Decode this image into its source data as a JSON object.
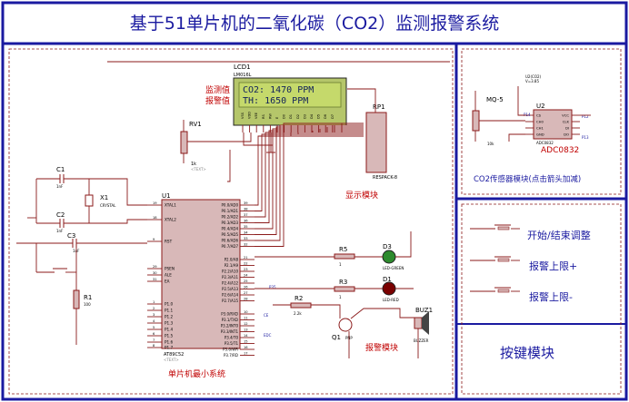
{
  "title": "基于51单片机的二氧化碳（CO2）监测报警系统",
  "colors": {
    "frame": "#1a1aa0",
    "wire": "#8b1a1a",
    "component": "#8b1a1a",
    "label_red": "#c00000",
    "label_blue": "#1a1aa0",
    "lcd_bg": "#c5d96b",
    "lcd_text": "#10205a",
    "led_green": "#2e8b2e",
    "led_red": "#b00000"
  },
  "lcd": {
    "ref": "LCD1",
    "model": "LM016L",
    "line1": "CO2:  1470 PPM",
    "line2": "TH:   1650 PPM",
    "label_monitor": "监测值",
    "label_alarm": "报警值",
    "pin_labels": [
      "VSS",
      "VDD",
      "VEE",
      "RS",
      "RW",
      "E",
      "D0",
      "D1",
      "D2",
      "D3",
      "D4",
      "D5",
      "D6",
      "D7"
    ]
  },
  "mcu": {
    "ref": "U1",
    "model": "AT89C52",
    "text_tag": "<TEXT>",
    "left_pins": [
      "XTAL1",
      "XTAL2",
      "RST",
      "PSEN",
      "ALE",
      "EA",
      "P1.0",
      "P1.1",
      "P1.2",
      "P1.3",
      "P1.4",
      "P1.5",
      "P1.6",
      "P1.7"
    ],
    "right_pins": [
      "P0.0/AD0",
      "P0.1/AD1",
      "P0.2/AD2",
      "P0.3/AD3",
      "P0.4/AD4",
      "P0.5/AD5",
      "P0.6/AD6",
      "P0.7/AD7",
      "P2.0/A8",
      "P2.1/A9",
      "P2.2/A10",
      "P2.3/A11",
      "P2.4/A12",
      "P2.5/A13",
      "P2.6/A14",
      "P2.7/A15",
      "P3.0/RXD",
      "P3.1/TXD",
      "P3.2/INT0",
      "P3.3/INT1",
      "P3.4/T0",
      "P3.5/T1",
      "P3.6/WR",
      "P3.7/RD"
    ],
    "left_numbers": [
      "19",
      "18",
      "9",
      "29",
      "30",
      "31",
      "1",
      "2",
      "3",
      "4",
      "5",
      "6",
      "7",
      "8"
    ],
    "right_numbers": [
      "39",
      "38",
      "37",
      "36",
      "35",
      "34",
      "33",
      "32",
      "21",
      "22",
      "23",
      "24",
      "25",
      "26",
      "27",
      "28",
      "10",
      "11",
      "12",
      "13",
      "14",
      "15",
      "16",
      "17"
    ]
  },
  "components": {
    "c1": {
      "ref": "C1",
      "value": "1nF"
    },
    "c2": {
      "ref": "C2",
      "value": "1nF"
    },
    "c3": {
      "ref": "C3",
      "value": "1uF"
    },
    "x1": {
      "ref": "X1",
      "value": "CRYSTAL"
    },
    "r1": {
      "ref": "R1",
      "value": "100"
    },
    "rv1": {
      "ref": "RV1",
      "value": "1k"
    },
    "rp1": {
      "ref": "RP1",
      "value": "RESPACK-8"
    },
    "r5": {
      "ref": "R5",
      "value": "1"
    },
    "r3": {
      "ref": "R3",
      "value": "1"
    },
    "r2": {
      "ref": "R2",
      "value": "2.2k"
    },
    "d3": {
      "ref": "D3",
      "value": "LED-GREEN"
    },
    "d1": {
      "ref": "D1",
      "value": "LED-RED"
    },
    "q1": {
      "ref": "Q1",
      "value": "PNP"
    },
    "buz1": {
      "ref": "BUZ1",
      "value": "BUZZER"
    },
    "mq5": {
      "ref": "MQ-5",
      "value": "10k"
    },
    "u2": {
      "ref": "U2",
      "model": "ADC0832",
      "pins_left": [
        "CS",
        "CH0",
        "CH1",
        "GND"
      ],
      "pins_right": [
        "VCC",
        "CLK",
        "DI",
        "DO"
      ]
    },
    "u2co2": {
      "ref": "U2(CO2)",
      "value": "V=3.85"
    },
    "net_p14": "P14",
    "net_p12": "P12",
    "net_p13": "P13",
    "net_p35": "P35",
    "net_ce": "CE",
    "net_edc": "EDC"
  },
  "sections": {
    "mcu_min": "单片机最小系统",
    "display": "显示模块",
    "alarm": "报警模块",
    "co2_sensor": "CO2传感器模块(点击箭头加减)",
    "keys": "按键模块"
  },
  "keys": {
    "k1": "开始/结束调整",
    "k2": "报警上限+",
    "k3": "报警上限-"
  }
}
